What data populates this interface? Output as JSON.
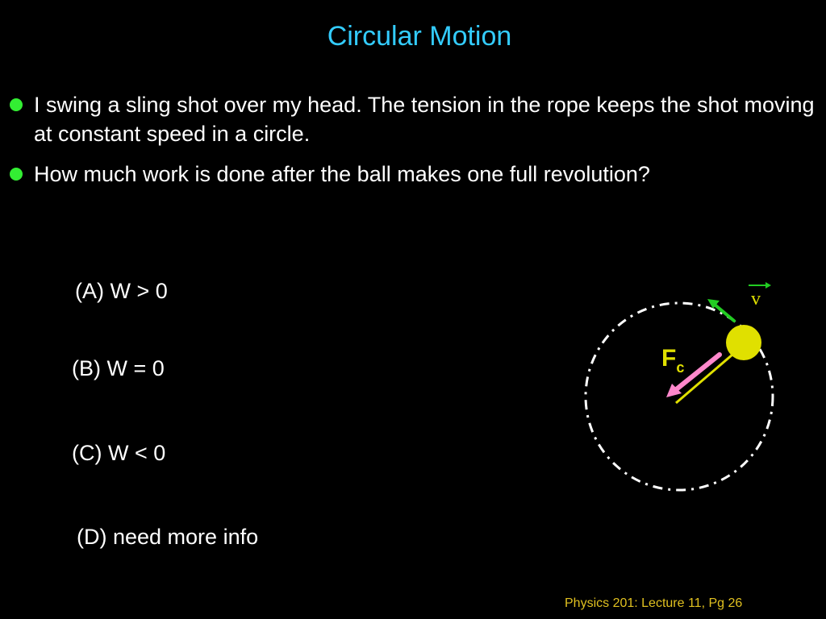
{
  "slide": {
    "title": "Circular Motion",
    "bullets": [
      "I swing a sling shot over my head. The tension in the rope keeps the shot moving at constant speed in a circle.",
      "How much work is done after the ball makes one full revolution?"
    ],
    "options": {
      "a": "(A) W > 0",
      "b": "(B) W = 0",
      "c": "(C) W < 0",
      "d": "(D) need more info"
    },
    "diagram": {
      "force_symbol": "F",
      "force_subscript": "c",
      "velocity_symbol": "v"
    },
    "footer": "Physics 201: Lecture 11, Pg 26"
  },
  "colors": {
    "background": "#000000",
    "title": "#33ccff",
    "bullet": "#33ee33",
    "ball": "#e0e000",
    "force_arrow": "#ff88cc",
    "velocity_arrow": "#22cc22",
    "footer": "#e0c020"
  }
}
